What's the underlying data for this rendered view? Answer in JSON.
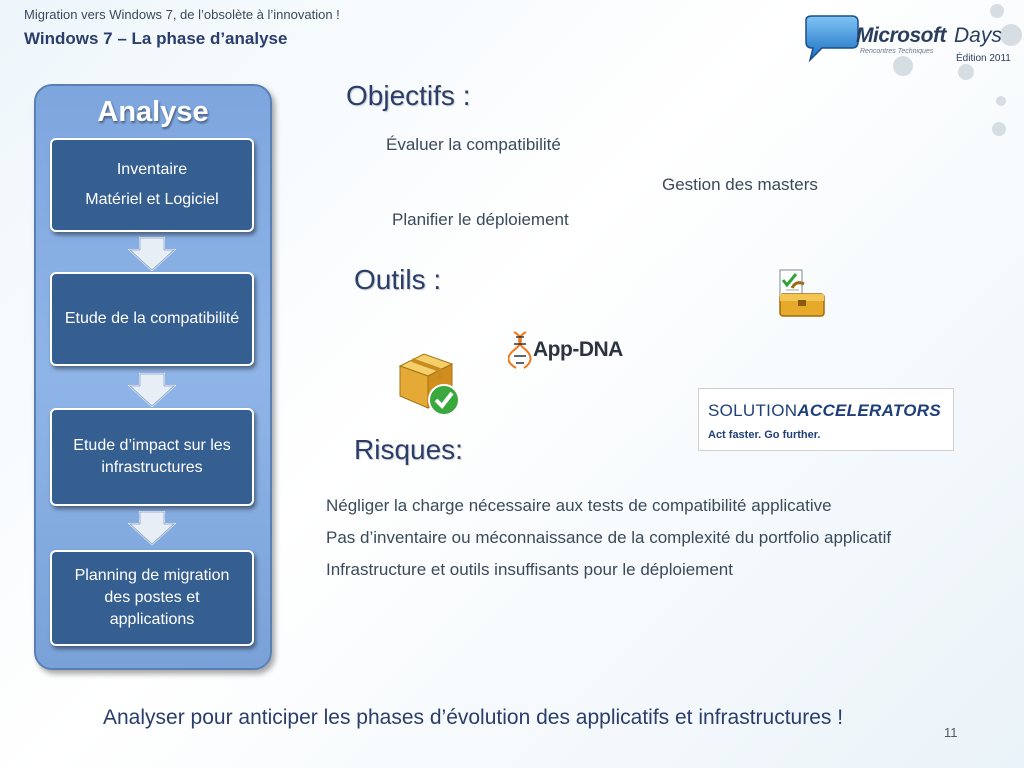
{
  "header": {
    "subtitle": "Migration vers Windows 7, de l’obsolète à l’innovation !",
    "title": "Windows 7 – La phase d’analyse"
  },
  "logo": {
    "brand": "Microsoft",
    "days": "Days",
    "tagline": "Rencontres Techniques",
    "edition": "Édition 2011"
  },
  "analyse": {
    "title": "Analyse",
    "steps": [
      {
        "lines": [
          "Inventaire",
          "Matériel et Logiciel"
        ]
      },
      {
        "lines": [
          "Etude de la compatibilité"
        ]
      },
      {
        "lines": [
          "Etude d’impact sur les infrastructures"
        ]
      },
      {
        "lines": [
          "Planning de migration des postes et applications"
        ]
      }
    ]
  },
  "objectifs": {
    "title": "Objectifs :",
    "items": [
      "Évaluer la compatibilité",
      "Gestion des masters",
      "Planifier le déploiement"
    ]
  },
  "outils": {
    "title": "Outils :",
    "appdna": "App-DNA",
    "solution": {
      "line1_a": "SOLUTION",
      "line1_b": "ACCELERATORS",
      "line2": "Act faster. Go further."
    }
  },
  "risques": {
    "title": "Risques:",
    "items": [
      "Négliger la charge nécessaire aux tests de compatibilité applicative",
      "Pas d’inventaire ou méconnaissance de la complexité du portfolio applicatif",
      "Infrastructure et outils insuffisants pour le déploiement"
    ]
  },
  "footer": "Analyser pour anticiper les phases d’évolution des applicatifs et infrastructures !",
  "page_number": "11",
  "colors": {
    "title_blue": "#2b3d6b",
    "step_fill": "#365f91",
    "panel_fill": "#8fb5e8",
    "text": "#3a4a5a"
  }
}
